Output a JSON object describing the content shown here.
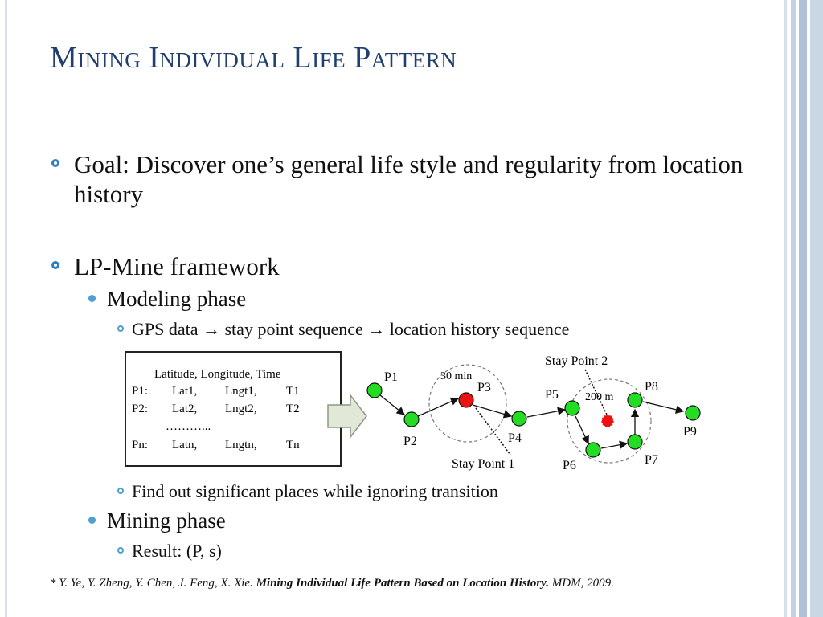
{
  "title": "Mining Individual Life Pattern",
  "bullets": {
    "goal": "Goal: Discover one’s general life style and regularity from location history",
    "framework": "LP-Mine framework",
    "modeling": "Modeling phase",
    "gps": "GPS data → stay point sequence → location history sequence",
    "significant": "Find out significant places while ignoring transition",
    "mining": "Mining phase",
    "result": "Result: (P, s)"
  },
  "table": {
    "header": "Latitude, Longitude, Time",
    "rows": [
      [
        "P1:",
        "Lat1,",
        "Lngt1,",
        "T1"
      ],
      [
        "P2:",
        "Lat2,",
        "Lngt2,",
        "T2"
      ],
      [
        "",
        "………...",
        "",
        ""
      ],
      [
        "Pn:",
        "Latn,",
        "Lngtn,",
        "Tn"
      ]
    ]
  },
  "diagram": {
    "points": [
      "P1",
      "P2",
      "P3",
      "P4",
      "P5",
      "P6",
      "P7",
      "P8",
      "P9"
    ],
    "stay_point_1": "Stay Point 1",
    "stay_point_2": "Stay Point 2",
    "duration": "30 min",
    "distance": "200 m"
  },
  "footnote": {
    "prefix": "* ",
    "authors": "Y. Ye, Y. Zheng, Y. Chen, J. Feng, X. Xie. ",
    "paper": "Mining Individual Life Pattern Based on Location History.",
    "venue": " MDM, 2009."
  },
  "colors": {
    "title": "#1f3f6e",
    "bullet": "#2f7fbf",
    "green_point": "#22dd22",
    "red_point": "#ee1111"
  }
}
